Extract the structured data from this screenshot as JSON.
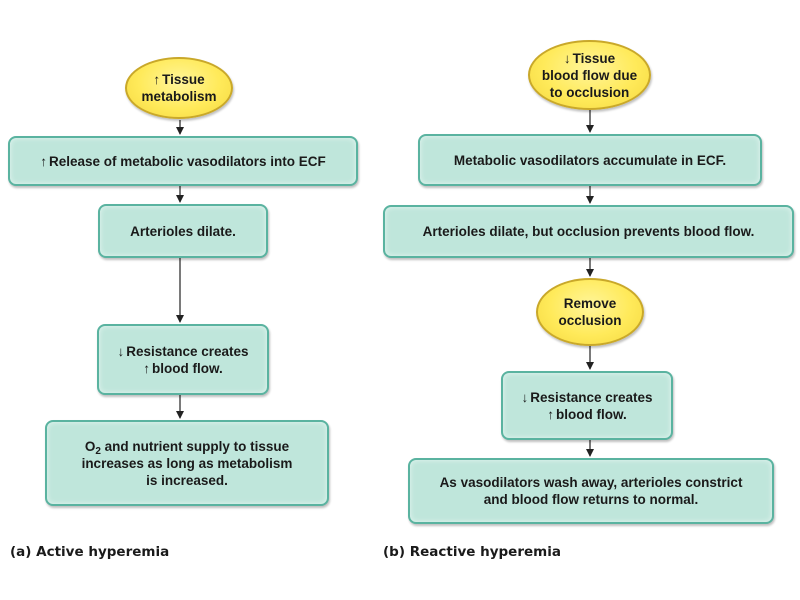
{
  "panel_a": {
    "caption": "(a) Active hyperemia",
    "oval": {
      "arrow": "↑",
      "line1": "Tissue",
      "line2": "metabolism"
    },
    "step1": {
      "arrow": "↑",
      "text": "Release of metabolic vasodilators into ECF"
    },
    "step2": {
      "text": "Arterioles dilate."
    },
    "step3": {
      "arrow1": "↓",
      "line1": "Resistance creates",
      "arrow2": "↑",
      "line2": "blood flow."
    },
    "step4": {
      "o2": "O",
      "o2_sub": "2",
      "line1": "and nutrient supply to tissue",
      "line2": "increases as long as metabolism",
      "line3": "is increased."
    }
  },
  "panel_b": {
    "caption": "(b) Reactive hyperemia",
    "oval1": {
      "arrow": "↓",
      "line1": "Tissue",
      "line2": "blood flow due",
      "line3": "to occlusion"
    },
    "step1": {
      "text": "Metabolic vasodilators accumulate in ECF."
    },
    "step2": {
      "text": "Arterioles dilate, but occlusion prevents blood flow."
    },
    "oval2": {
      "line1": "Remove",
      "line2": "occlusion"
    },
    "step3": {
      "arrow1": "↓",
      "line1": "Resistance creates",
      "arrow2": "↑",
      "line2": "blood flow."
    },
    "step4": {
      "line1": "As vasodilators wash away, arterioles constrict",
      "line2": "and blood flow returns to normal."
    }
  },
  "colors": {
    "box_fill": "#bfe6db",
    "box_border": "#5ab3a0",
    "oval_fill": "#ffea5a",
    "oval_border": "#c9a82a",
    "arrow": "#222222"
  }
}
